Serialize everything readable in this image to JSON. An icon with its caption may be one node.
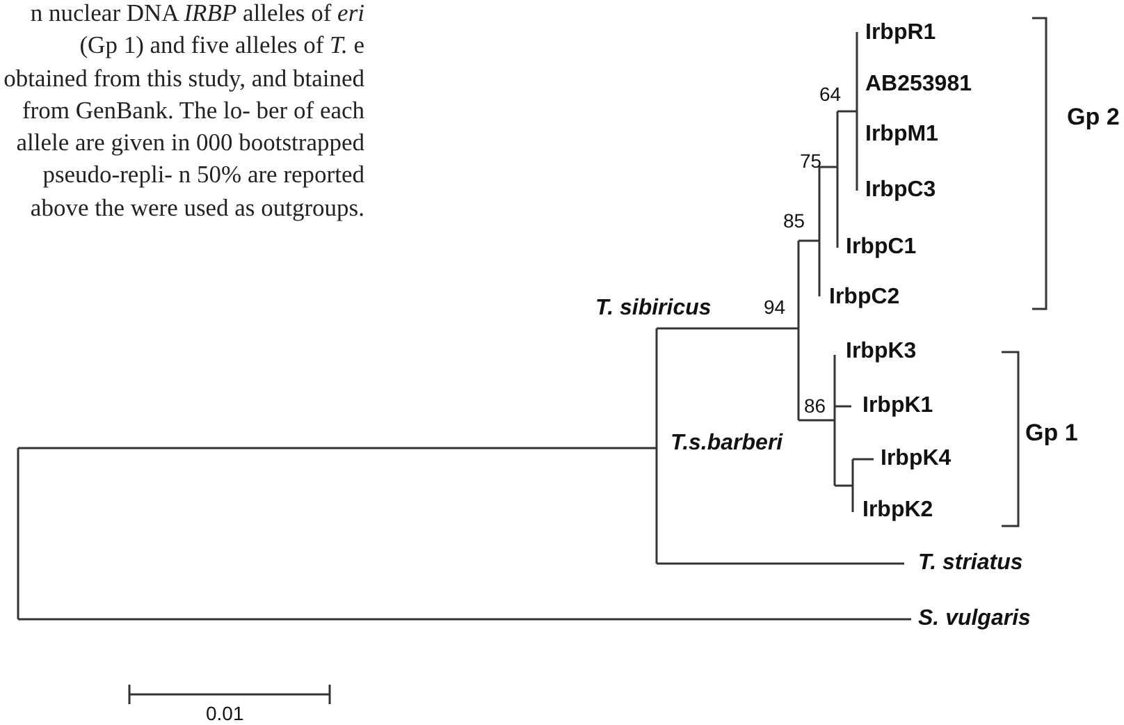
{
  "diagram": {
    "caption": "n nuclear DNA *IRBP* alleles of *eri* (Gp 1) and five alleles of *T.* e obtained from this study, and btained from GenBank. The lo- ber of each allele are given in 000 bootstrapped pseudo-repli- n 50% are reported above the were used as outgroups.",
    "labels": [
      "IrbpR1",
      "AB253981",
      "64",
      "IrbpM1",
      "75",
      "IrbpC3",
      "Gp 2",
      "85",
      "IrbpC1",
      "IrbpC2",
      "T. sibiricus",
      "94",
      "IrbpK3",
      "86",
      "IrbpK1",
      "Gp 1",
      "T.s.barberi",
      "IrbpK4",
      "IrbpK2",
      "T. striatus",
      "S. vulgaris",
      "0.01"
    ]
  }
}
